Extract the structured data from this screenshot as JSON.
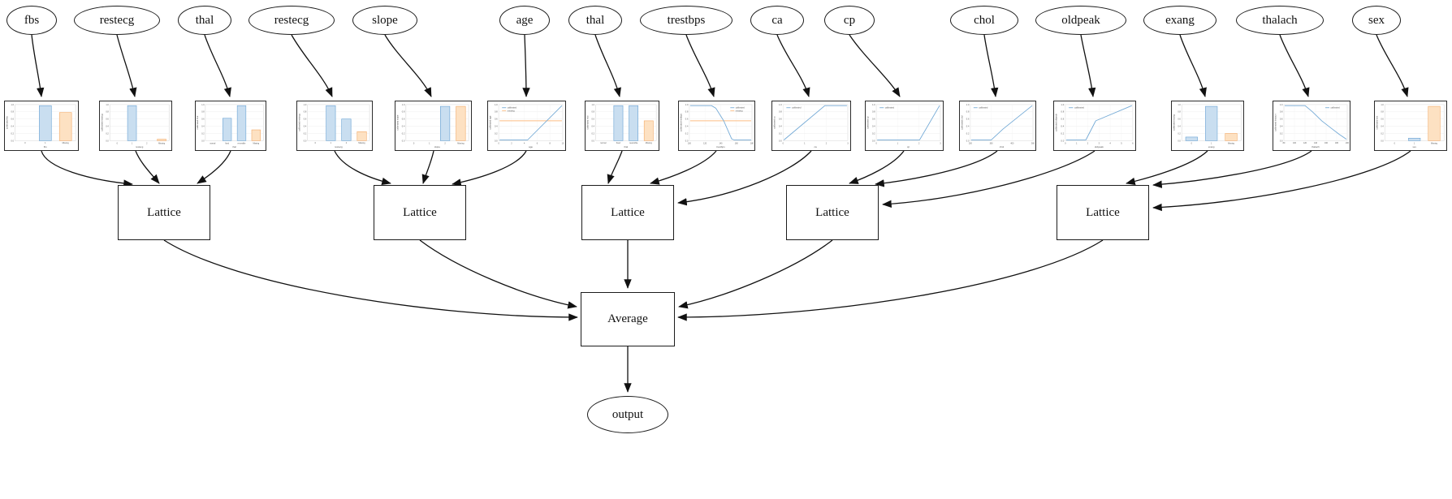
{
  "diagram": {
    "output_label": "output",
    "average_label": "Average",
    "colors": {
      "calibrated_line": "#74aad6",
      "missing_line": "#fdbe85",
      "calibrated_bar_fill": "#c9def0",
      "calibrated_bar_stroke": "#639fd2",
      "missing_bar_fill": "#fde1c2",
      "missing_bar_stroke": "#f2a763",
      "edge": "#000000"
    },
    "lattices": [
      {
        "label": "Lattice",
        "feature_indexes": [
          0,
          1,
          2
        ]
      },
      {
        "label": "Lattice",
        "feature_indexes": [
          3,
          4,
          5
        ]
      },
      {
        "label": "Lattice",
        "feature_indexes": [
          6,
          7,
          8
        ]
      },
      {
        "label": "Lattice",
        "feature_indexes": [
          9,
          10,
          11
        ]
      },
      {
        "label": "Lattice",
        "feature_indexes": [
          12,
          13,
          14
        ]
      }
    ],
    "features": [
      {
        "label": "fbs",
        "chart": {
          "type": "bar",
          "xlabel": "fbs",
          "ylabel": "calibrated fbs",
          "yticks": [
            "0.0",
            "0.2",
            "0.4",
            "0.6",
            "0.8",
            "1.0"
          ],
          "categories": [
            "0",
            "1",
            "Missing"
          ],
          "bars": [
            {
              "i": 1,
              "v": 0.97,
              "series": "calibrated"
            },
            {
              "i": 2,
              "v": 0.78,
              "series": "missing"
            }
          ]
        }
      },
      {
        "label": "restecg",
        "chart": {
          "type": "bar",
          "xlabel": "restecg",
          "ylabel": "calibrated restecg",
          "yticks": [
            "0.0",
            "0.2",
            "0.4",
            "0.6",
            "0.8",
            "1.0"
          ],
          "categories": [
            "0",
            "1",
            "2",
            "Missing"
          ],
          "bars": [
            {
              "i": 1,
              "v": 0.97,
              "series": "calibrated"
            },
            {
              "i": 3,
              "v": 0.04,
              "series": "missing"
            }
          ]
        }
      },
      {
        "label": "thal",
        "chart": {
          "type": "bar",
          "xlabel": "thal",
          "ylabel": "calibrated thal",
          "yticks": [
            "0.0",
            "0.2",
            "0.4",
            "0.6",
            "0.8",
            "1.0"
          ],
          "categories": [
            "normal",
            "fixed",
            "reversible",
            "Missing"
          ],
          "bars": [
            {
              "i": 1,
              "v": 0.62,
              "series": "calibrated"
            },
            {
              "i": 2,
              "v": 0.97,
              "series": "calibrated"
            },
            {
              "i": 3,
              "v": 0.3,
              "series": "missing"
            }
          ]
        }
      },
      {
        "label": "restecg",
        "chart": {
          "type": "bar",
          "xlabel": "restecg",
          "ylabel": "calibrated restecg",
          "yticks": [
            "0.0",
            "0.2",
            "0.4",
            "0.6",
            "0.8",
            "1.0"
          ],
          "categories": [
            "0",
            "1",
            "2",
            "Missing"
          ],
          "bars": [
            {
              "i": 1,
              "v": 0.97,
              "series": "calibrated"
            },
            {
              "i": 2,
              "v": 0.6,
              "series": "calibrated"
            },
            {
              "i": 3,
              "v": 0.25,
              "series": "missing"
            }
          ]
        }
      },
      {
        "label": "slope",
        "chart": {
          "type": "bar",
          "xlabel": "slope",
          "ylabel": "calibrated slope",
          "yticks": [
            "0.0",
            "0.2",
            "0.4",
            "0.6",
            "0.8",
            "1.0"
          ],
          "categories": [
            "0",
            "1",
            "2",
            "Missing"
          ],
          "bars": [
            {
              "i": 2,
              "v": 0.95,
              "series": "calibrated"
            },
            {
              "i": 3,
              "v": 0.95,
              "series": "missing"
            }
          ]
        }
      },
      {
        "label": "age",
        "chart": {
          "type": "line",
          "xlabel": "age",
          "ylabel": "calibrated age",
          "yticks": [
            "0.0",
            "0.2",
            "0.4",
            "0.6",
            "0.8",
            "1.0"
          ],
          "xticks": [
            "0",
            "2",
            "4",
            "6",
            "8",
            "10"
          ],
          "legend": [
            "calibrated",
            "missing"
          ],
          "legend_pos": "nw",
          "line": [
            [
              0,
              0.02
            ],
            [
              0.45,
              0.02
            ],
            [
              1,
              0.97
            ]
          ],
          "missing": 0.55
        }
      },
      {
        "label": "thal",
        "chart": {
          "type": "bar",
          "xlabel": "thal",
          "ylabel": "calibrated thal",
          "yticks": [
            "0.0",
            "0.2",
            "0.4",
            "0.6",
            "0.8",
            "1.0"
          ],
          "categories": [
            "normal",
            "fixed",
            "reversible",
            "Missing"
          ],
          "bars": [
            {
              "i": 1,
              "v": 0.97,
              "series": "calibrated"
            },
            {
              "i": 2,
              "v": 0.97,
              "series": "calibrated"
            },
            {
              "i": 3,
              "v": 0.55,
              "series": "missing"
            }
          ]
        }
      },
      {
        "label": "trestbps",
        "chart": {
          "type": "line",
          "xlabel": "trestbps",
          "ylabel": "calibrated trestbps",
          "yticks": [
            "0.0",
            "0.2",
            "0.4",
            "0.6",
            "0.8",
            "1.0"
          ],
          "xticks": [
            "100",
            "120",
            "140",
            "160",
            "180"
          ],
          "legend": [
            "calibrated",
            "missing"
          ],
          "legend_pos": "ne",
          "line": [
            [
              0,
              0.97
            ],
            [
              0.35,
              0.97
            ],
            [
              0.42,
              0.9
            ],
            [
              0.55,
              0.55
            ],
            [
              0.68,
              0.05
            ],
            [
              0.72,
              0.02
            ],
            [
              1,
              0.02
            ]
          ],
          "missing": 0.55
        }
      },
      {
        "label": "ca",
        "chart": {
          "type": "line",
          "xlabel": "ca",
          "ylabel": "calibrated ca",
          "yticks": [
            "0.0",
            "0.2",
            "0.4",
            "0.6",
            "0.8",
            "1.0"
          ],
          "xticks": [
            "0",
            "1",
            "2",
            "3"
          ],
          "legend": [
            "calibrated"
          ],
          "legend_pos": "nw",
          "line": [
            [
              0,
              0.02
            ],
            [
              0.65,
              0.97
            ],
            [
              1,
              0.97
            ]
          ]
        }
      },
      {
        "label": "cp",
        "chart": {
          "type": "line",
          "xlabel": "cp",
          "ylabel": "calibrated cp",
          "yticks": [
            "0.0",
            "0.2",
            "0.4",
            "0.6",
            "0.8",
            "1.0"
          ],
          "xticks": [
            "0",
            "1",
            "2",
            "3"
          ],
          "legend": [
            "calibrated"
          ],
          "legend_pos": "nw",
          "line": [
            [
              0,
              0.02
            ],
            [
              0.68,
              0.02
            ],
            [
              1,
              0.97
            ]
          ]
        }
      },
      {
        "label": "chol",
        "chart": {
          "type": "line",
          "xlabel": "chol",
          "ylabel": "calibrated chol",
          "yticks": [
            "0.0",
            "0.2",
            "0.4",
            "0.6",
            "0.8",
            "1.0"
          ],
          "xticks": [
            "200",
            "300",
            "400",
            "500"
          ],
          "legend": [
            "calibrated"
          ],
          "legend_pos": "nw",
          "line": [
            [
              0,
              0.02
            ],
            [
              0.33,
              0.02
            ],
            [
              0.52,
              0.32
            ],
            [
              1,
              0.97
            ]
          ]
        }
      },
      {
        "label": "oldpeak",
        "chart": {
          "type": "line",
          "xlabel": "oldpeak",
          "ylabel": "calibrated oldpeak",
          "yticks": [
            "0.0",
            "0.2",
            "0.4",
            "0.6",
            "0.8",
            "1.0"
          ],
          "xticks": [
            "0",
            "1",
            "2",
            "3",
            "4",
            "5",
            "6"
          ],
          "legend": [
            "calibrated"
          ],
          "legend_pos": "nw",
          "line": [
            [
              0,
              0.02
            ],
            [
              0.3,
              0.02
            ],
            [
              0.45,
              0.55
            ],
            [
              1,
              0.97
            ]
          ]
        }
      },
      {
        "label": "exang",
        "chart": {
          "type": "bar",
          "xlabel": "exang",
          "ylabel": "calibrated exang",
          "yticks": [
            "0.0",
            "0.2",
            "0.4",
            "0.6",
            "0.8",
            "1.0"
          ],
          "categories": [
            "0",
            "1",
            "Missing"
          ],
          "bars": [
            {
              "i": 0,
              "v": 0.1,
              "series": "calibrated"
            },
            {
              "i": 1,
              "v": 0.95,
              "series": "calibrated"
            },
            {
              "i": 2,
              "v": 0.2,
              "series": "missing"
            }
          ]
        }
      },
      {
        "label": "thalach",
        "chart": {
          "type": "line",
          "xlabel": "thalach",
          "ylabel": "calibrated thalach",
          "yticks": [
            "0.0",
            "0.2",
            "0.4",
            "0.6",
            "0.8",
            "1.0"
          ],
          "xticks": [
            "80",
            "100",
            "120",
            "140",
            "160",
            "180",
            "200"
          ],
          "legend": [
            "calibrated"
          ],
          "legend_pos": "ne",
          "line": [
            [
              0,
              0.97
            ],
            [
              0.33,
              0.97
            ],
            [
              0.45,
              0.8
            ],
            [
              0.6,
              0.55
            ],
            [
              0.75,
              0.35
            ],
            [
              0.88,
              0.18
            ],
            [
              1,
              0.04
            ]
          ]
        }
      },
      {
        "label": "sex",
        "chart": {
          "type": "bar",
          "xlabel": "sex",
          "ylabel": "calibrated sex",
          "yticks": [
            "0.0",
            "0.2",
            "0.4",
            "0.6",
            "0.8",
            "1.0"
          ],
          "categories": [
            "0",
            "1",
            "Missing"
          ],
          "bars": [
            {
              "i": 1,
              "v": 0.07,
              "series": "calibrated"
            },
            {
              "i": 2,
              "v": 0.95,
              "series": "missing"
            }
          ]
        }
      }
    ]
  }
}
